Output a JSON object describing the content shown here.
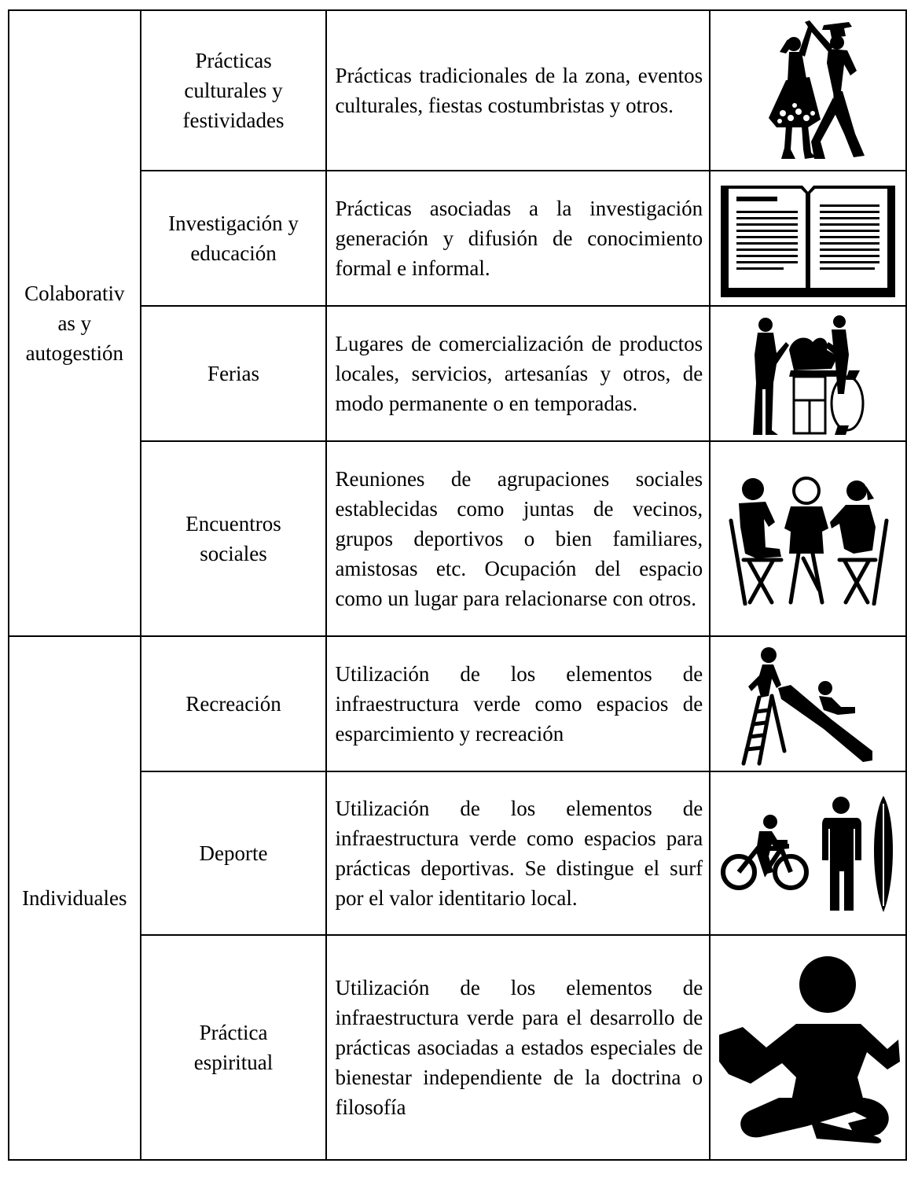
{
  "groups": [
    {
      "label": "Colaborativ\nas y\nautogestión"
    },
    {
      "label": "Individuales"
    }
  ],
  "rows": [
    {
      "name": "Prácticas\nculturales y\nfestividades",
      "description": "Prácticas tradicionales de la zona, eventos culturales, fiestas costumbristas y otros.",
      "icon": "dancing-couple-icon"
    },
    {
      "name": "Investigación y\neducación",
      "description": "Prácticas asociadas a la investigación generación y difusión de conocimiento formal e informal.",
      "icon": "open-book-icon"
    },
    {
      "name": "Ferias",
      "description": "Lugares de comercialización de productos locales, servicios, artesanías y otros, de modo permanente o en temporadas.",
      "icon": "market-stall-icon"
    },
    {
      "name": "Encuentros\nsociales",
      "description": "Reuniones de agrupaciones sociales establecidas como juntas de vecinos, grupos deportivos o bien familiares, amistosas etc. Ocupación del espacio como un lugar para relacionarse con otros.",
      "icon": "people-talking-icon"
    },
    {
      "name": "Recreación",
      "description": "Utilización de los elementos de infraestructura verde como espacios de esparcimiento y recreación",
      "icon": "playground-slide-icon"
    },
    {
      "name": "Deporte",
      "description": "Utilización de los elementos de infraestructura verde como espacios para prácticas deportivas. Se distingue el surf por el valor identitario local.",
      "icon": "cyclist-icon, surfer-icon"
    },
    {
      "name": "Práctica\nespiritual",
      "description": "Utilización de los elementos de infraestructura verde para el desarrollo de prácticas asociadas a estados especiales de bienestar independiente de la doctrina o filosofía",
      "icon": "meditation-icon"
    }
  ]
}
